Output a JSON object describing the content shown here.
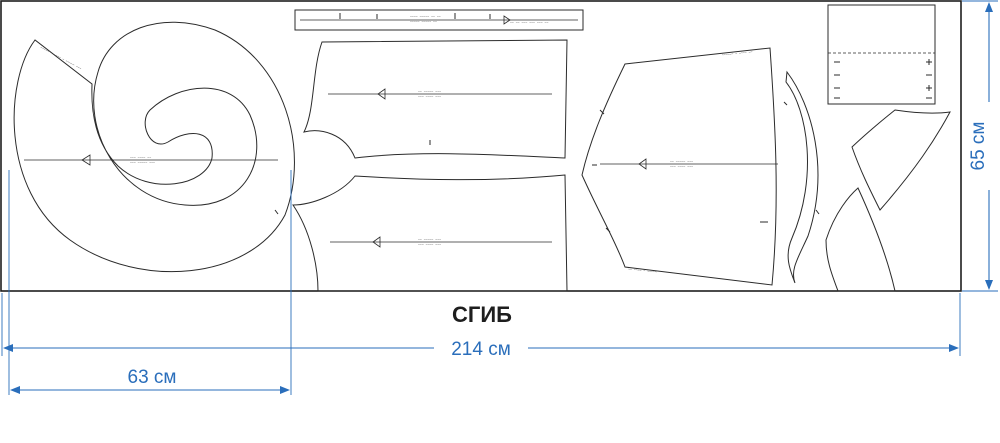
{
  "fold": {
    "label": "СГИБ"
  },
  "dimensions": {
    "total_width": "214 см",
    "height": "65 см",
    "skirt_width": "63 см"
  },
  "colors": {
    "outline": "#2b2b2b",
    "dimension": "#2a6ebb",
    "fabric_frame": "#1e1e1e"
  }
}
